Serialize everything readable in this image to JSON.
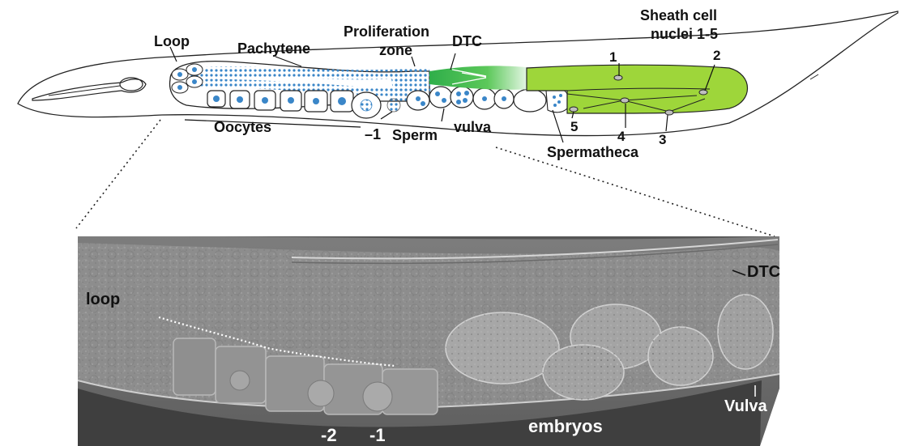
{
  "colors": {
    "germline_blue": "#3a86c8",
    "sheath_green": "#9ed63a",
    "dtc_green": "#3dbb4f",
    "micrograph_bg": "#8a8a8a",
    "outline": "#222222"
  },
  "diagram": {
    "labels": {
      "loop": "Loop",
      "pachytene": "Pachytene",
      "proliferation_line1": "Proliferation",
      "proliferation_line2": "zone",
      "dtc": "DTC",
      "sheath_line1": "Sheath cell",
      "sheath_line2": "nuclei 1-5",
      "oocytes": "Oocytes",
      "minus_one": "–1",
      "sperm": "Sperm",
      "vulva": "vulva",
      "spermatheca": "Spermatheca",
      "n1": "1",
      "n2": "2",
      "n3": "3",
      "n4": "4",
      "n5": "5"
    }
  },
  "micrograph": {
    "labels": {
      "loop": "loop",
      "dtc": "DTC",
      "vulva": "Vulva",
      "embryos": "embryos",
      "minus_two": "-2",
      "minus_one": "-1"
    }
  }
}
